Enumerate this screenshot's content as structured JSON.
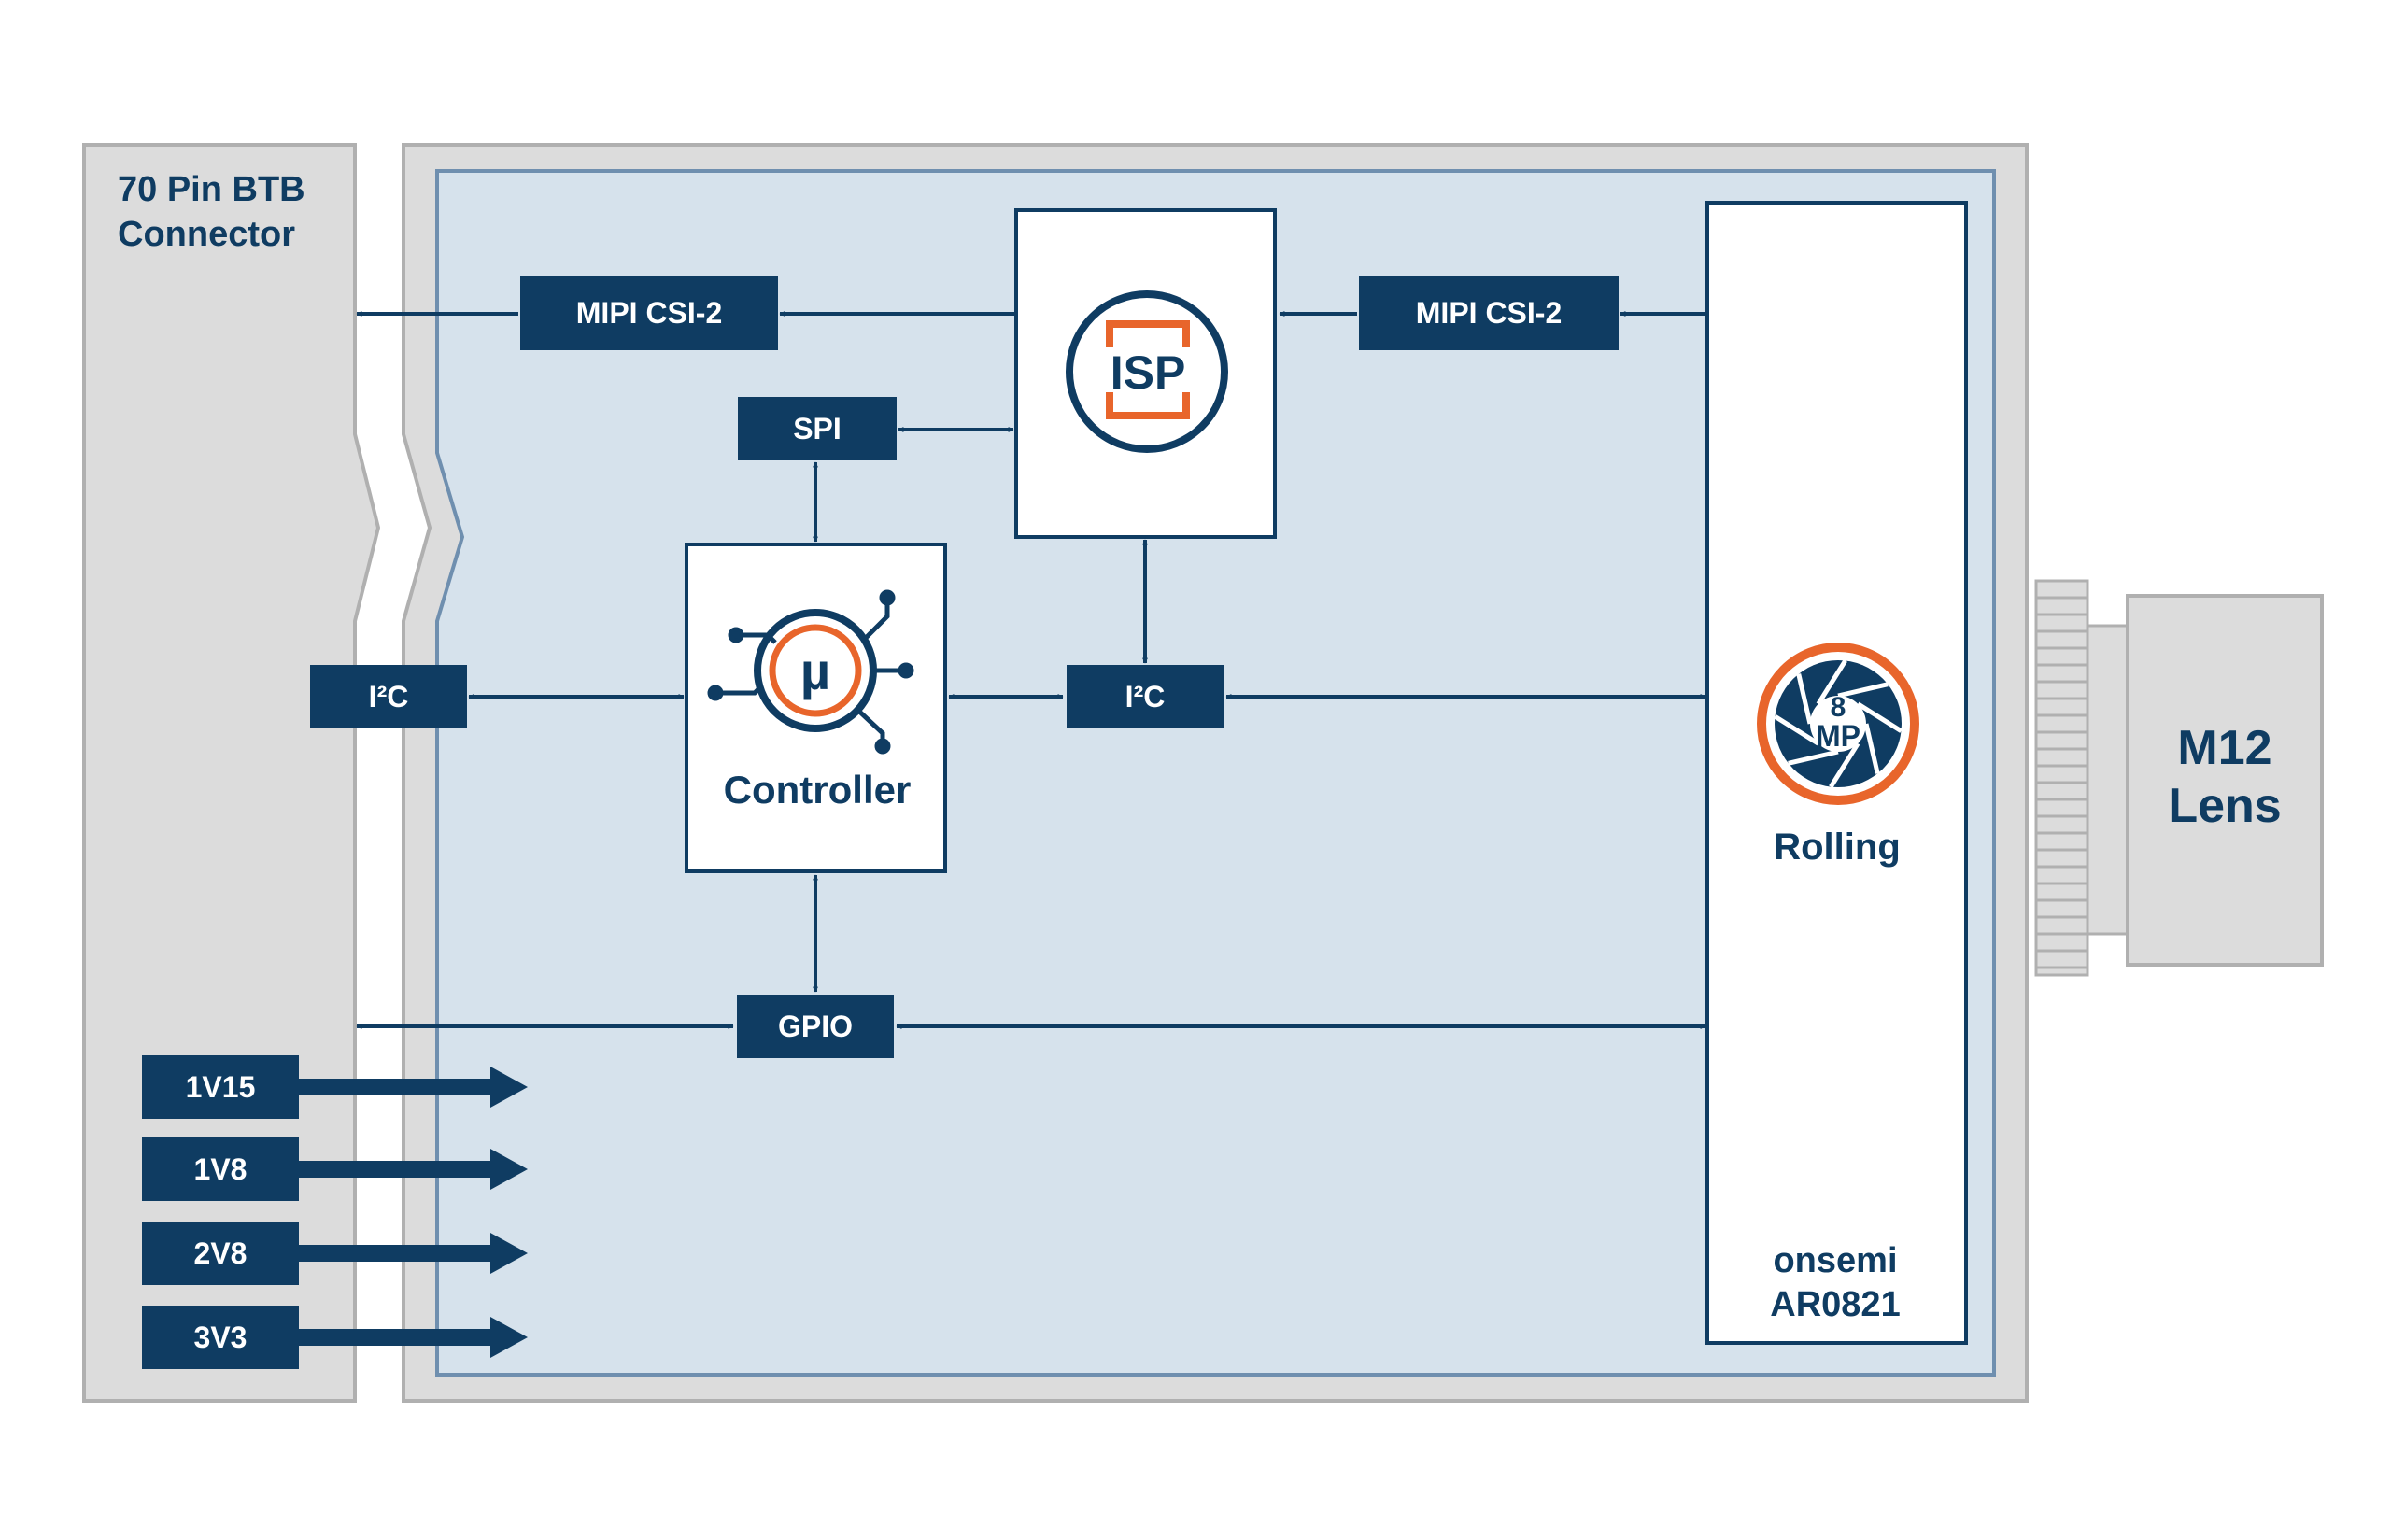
{
  "colors": {
    "navy": "#0f3c62",
    "orange": "#e8652b",
    "board_fill": "#d6e2ec",
    "board_border": "#6f8faf",
    "grey_fill": "#dcdcdc",
    "grey_border": "#b0b0b0"
  },
  "connector": {
    "title_line1": "70 Pin BTB",
    "title_line2": "Connector"
  },
  "blocks": {
    "mipi_out": "MIPI CSI-2",
    "mipi_in": "MIPI CSI-2",
    "spi": "SPI",
    "i2c_left": "I²C",
    "i2c_right": "I²C",
    "gpio": "GPIO"
  },
  "isp": {
    "label": "ISP",
    "icon": "isp-icon"
  },
  "controller": {
    "symbol": "µ",
    "label": "Controller",
    "icon": "microcontroller-icon"
  },
  "sensor": {
    "megapixel_number": "8",
    "megapixel_unit": "MP",
    "shutter": "Rolling",
    "vendor": "onsemi",
    "model": "AR0821",
    "icon": "aperture-icon"
  },
  "power": [
    "1V15",
    "1V8",
    "2V8",
    "3V3"
  ],
  "lens": {
    "line1": "M12",
    "line2": "Lens"
  }
}
